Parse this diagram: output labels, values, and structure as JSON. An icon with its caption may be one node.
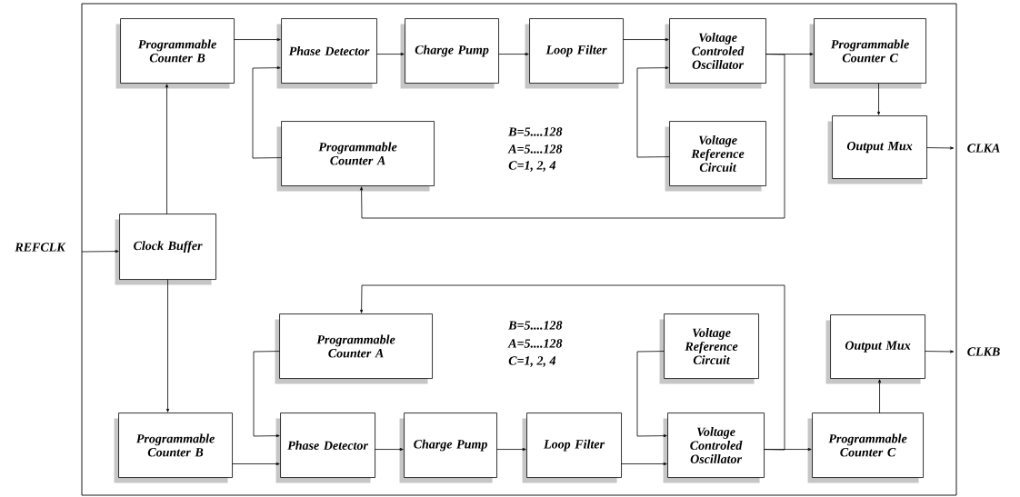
{
  "diagram": {
    "nodes": [
      {
        "text": [],
        "shape": "box"
      },
      {
        "text": [
          "Programmable Counter B"
        ],
        "in": 0
      },
      {
        "text": [
          "Phase Detector"
        ],
        "in": 0
      },
      {
        "text": [
          "Charge Pump"
        ],
        "in": 0
      },
      {
        "text": [
          "Loop Filter"
        ],
        "in": 0
      },
      {
        "text": [
          "Voltage Controled Oscillator"
        ],
        "in": 0
      },
      {
        "text": [
          "Programmable Counter C"
        ],
        "in": 0
      },
      {
        "text": [
          "Programmable Counter A"
        ],
        "in": 0
      },
      {
        "text": [
          "Voltage Reference Circuit"
        ],
        "in": 0
      },
      {
        "text": [
          "Output Mux"
        ],
        "in": 0
      },
      {
        "text": [
          "Clock Buffer"
        ],
        "in": 0
      },
      {
        "text": [
          "Programmable Counter A"
        ],
        "in": 0
      },
      {
        "text": [
          "Voltage Reference Circuit"
        ],
        "in": 0
      },
      {
        "text": [
          "Output Mux"
        ],
        "in": 0
      },
      {
        "text": [
          "Programmable Counter B"
        ],
        "in": 0
      },
      {
        "text": [
          "Phase Detector"
        ],
        "in": 0
      },
      {
        "text": [
          "Charge Pump"
        ],
        "in": 0
      },
      {
        "text": [
          "Loop Filter"
        ],
        "in": 0
      },
      {
        "text": [
          "Voltage Controled Oscillator"
        ],
        "in": 0
      },
      {
        "text": [
          "Programmable Counter C"
        ],
        "in": 0
      },
      {
        "text": [
          "REFCLK"
        ]
      },
      {
        "text": [
          "CLKA"
        ]
      },
      {
        "text": [
          "CLKB"
        ]
      }
    ],
    "edges": [
      {
        "from": 1,
        "to": 2,
        "arrow": "to"
      },
      {
        "from": 2,
        "to": 3,
        "arrow": "to"
      },
      {
        "from": 3,
        "to": 4,
        "arrow": "to"
      },
      {
        "from": 4,
        "to": 5,
        "arrow": "to"
      },
      {
        "from": 5,
        "to": 6,
        "arrow": "to"
      },
      {
        "from": 5,
        "to": 7,
        "arrow": "to"
      },
      {
        "from": 7,
        "to": 2,
        "arrow": "to"
      },
      {
        "from": 8,
        "to": 5,
        "arrow": "to"
      },
      {
        "from": 6,
        "to": 9,
        "arrow": "to"
      },
      {
        "from": 9,
        "to": 21,
        "arrow": "to"
      },
      {
        "from": 20,
        "to": 10,
        "arrow": "to"
      },
      {
        "from": 10,
        "to": 1,
        "arrow": "to"
      },
      {
        "from": 10,
        "to": 14,
        "arrow": "to"
      },
      {
        "from": 14,
        "to": 15,
        "arrow": "to"
      },
      {
        "from": 15,
        "to": 16,
        "arrow": "to"
      },
      {
        "from": 16,
        "to": 17,
        "arrow": "to"
      },
      {
        "from": 17,
        "to": 18,
        "arrow": "to"
      },
      {
        "from": 18,
        "to": 19,
        "arrow": "to"
      },
      {
        "from": 18,
        "to": 11,
        "arrow": "to"
      },
      {
        "from": 12,
        "to": 18,
        "arrow": "to"
      },
      {
        "from": 11,
        "to": 15,
        "arrow": "to"
      },
      {
        "from": 19,
        "to": 13,
        "arrow": "to"
      },
      {
        "from": 13,
        "to": 22,
        "arrow": "to"
      }
    ],
    "labels": [
      "B=5....128",
      "A=5....128",
      "C=1, 2, 4",
      "B=5....128",
      "A=5....128",
      "C=1, 2, 4"
    ]
  }
}
